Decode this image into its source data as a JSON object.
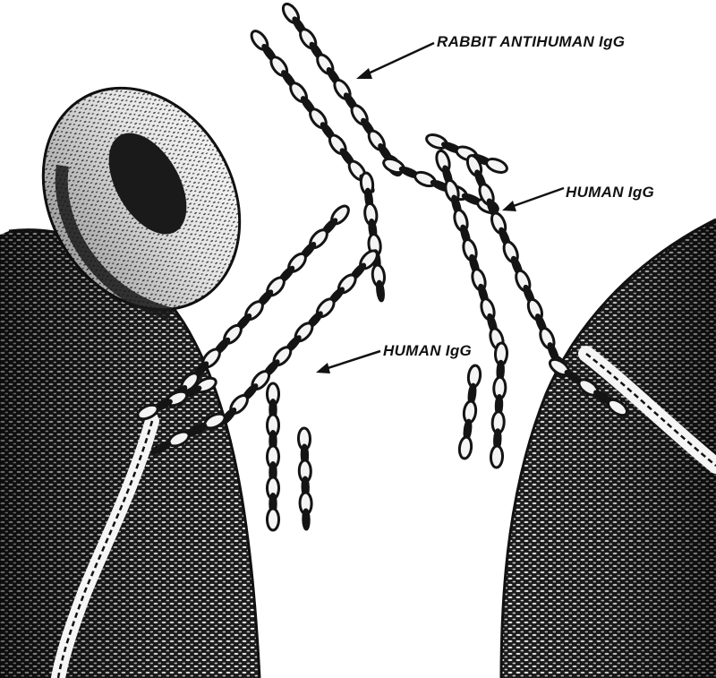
{
  "diagram": {
    "labels": {
      "rabbit_antihuman_igg": "RABBIT ANTIHUMAN IgG",
      "human_igg_right": "HUMAN IgG",
      "human_igg_center": "HUMAN IgG"
    },
    "colors": {
      "ink": "#141414",
      "paper": "#ffffff",
      "chain_link": "#f4f4f4"
    }
  }
}
